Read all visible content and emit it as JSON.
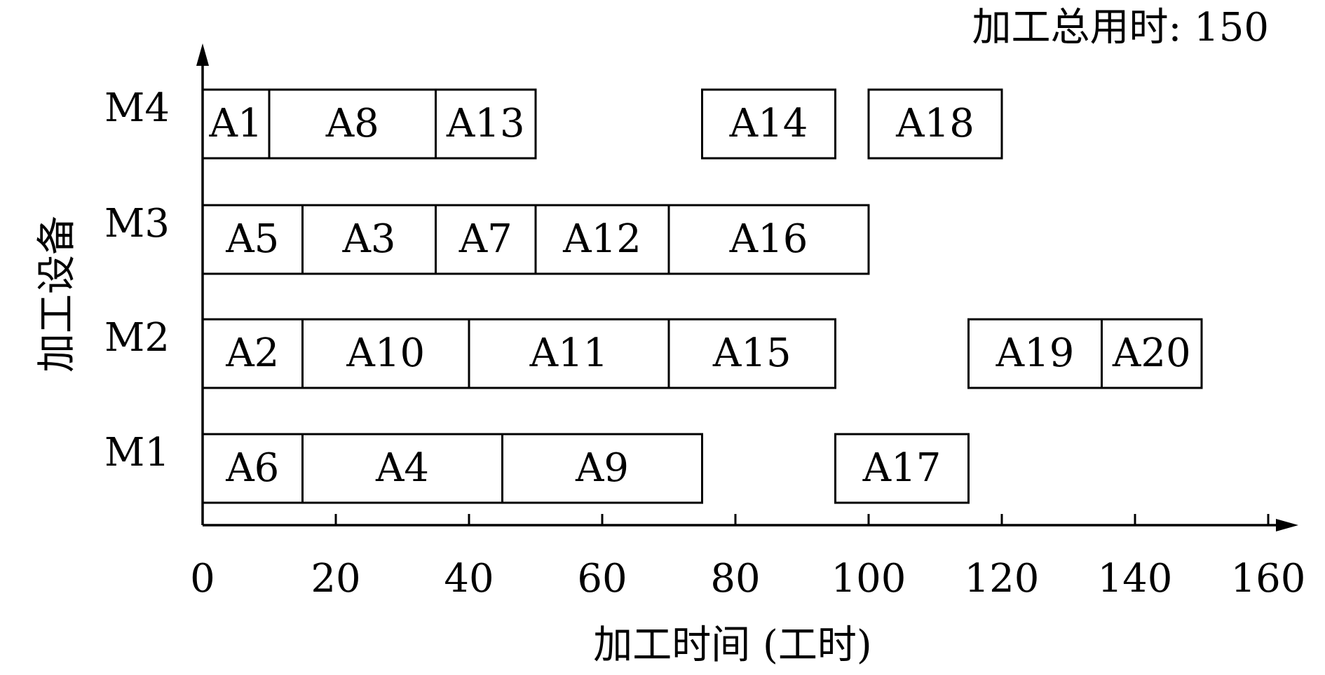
{
  "chart_data": {
    "type": "gantt",
    "title": "加工总用时: 150",
    "xlabel": "加工时间 (工时)",
    "ylabel": "加工设备",
    "xlim": [
      0,
      160
    ],
    "xticks": [
      0,
      20,
      40,
      60,
      80,
      100,
      120,
      140,
      160
    ],
    "grid": false,
    "machines": [
      "M1",
      "M2",
      "M3",
      "M4"
    ],
    "tasks": [
      {
        "label": "A6",
        "machine": "M1",
        "start": 0,
        "end": 15
      },
      {
        "label": "A4",
        "machine": "M1",
        "start": 15,
        "end": 45
      },
      {
        "label": "A9",
        "machine": "M1",
        "start": 45,
        "end": 75
      },
      {
        "label": "A17",
        "machine": "M1",
        "start": 95,
        "end": 115
      },
      {
        "label": "A2",
        "machine": "M2",
        "start": 0,
        "end": 15
      },
      {
        "label": "A10",
        "machine": "M2",
        "start": 15,
        "end": 40
      },
      {
        "label": "A11",
        "machine": "M2",
        "start": 40,
        "end": 70
      },
      {
        "label": "A15",
        "machine": "M2",
        "start": 70,
        "end": 95
      },
      {
        "label": "A19",
        "machine": "M2",
        "start": 115,
        "end": 135
      },
      {
        "label": "A20",
        "machine": "M2",
        "start": 135,
        "end": 150
      },
      {
        "label": "A5",
        "machine": "M3",
        "start": 0,
        "end": 15
      },
      {
        "label": "A3",
        "machine": "M3",
        "start": 15,
        "end": 35
      },
      {
        "label": "A7",
        "machine": "M3",
        "start": 35,
        "end": 50
      },
      {
        "label": "A12",
        "machine": "M3",
        "start": 50,
        "end": 70
      },
      {
        "label": "A16",
        "machine": "M3",
        "start": 70,
        "end": 100
      },
      {
        "label": "A1",
        "machine": "M4",
        "start": 0,
        "end": 10
      },
      {
        "label": "A8",
        "machine": "M4",
        "start": 10,
        "end": 35
      },
      {
        "label": "A13",
        "machine": "M4",
        "start": 35,
        "end": 50
      },
      {
        "label": "A14",
        "machine": "M4",
        "start": 75,
        "end": 95
      },
      {
        "label": "A18",
        "machine": "M4",
        "start": 100,
        "end": 120
      }
    ]
  }
}
